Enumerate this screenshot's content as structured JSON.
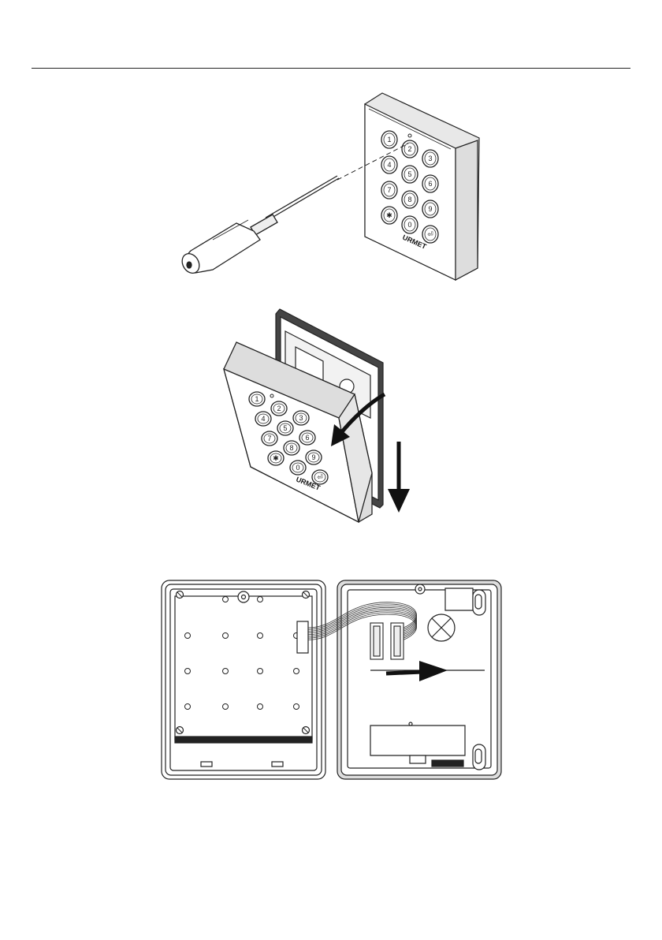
{
  "page": {
    "header_rule": true
  },
  "brand": "URMET",
  "keypad": {
    "keys": [
      "1",
      "2",
      "3",
      "4",
      "5",
      "6",
      "7",
      "8",
      "9",
      "✱",
      "0",
      "⏎"
    ]
  },
  "steps": [
    {
      "name": "release-screw",
      "tool": "screwdriver"
    },
    {
      "name": "tilt-and-slide-down",
      "arrows": [
        "curved-arrow",
        "down-arrow"
      ]
    },
    {
      "name": "disconnect-ribbon-cable",
      "arrows": [
        "right-arrow"
      ]
    }
  ],
  "colors": {
    "line": "#222222",
    "fill": "#ffffff",
    "shade": "#d8d8d8",
    "dark": "#111111"
  }
}
